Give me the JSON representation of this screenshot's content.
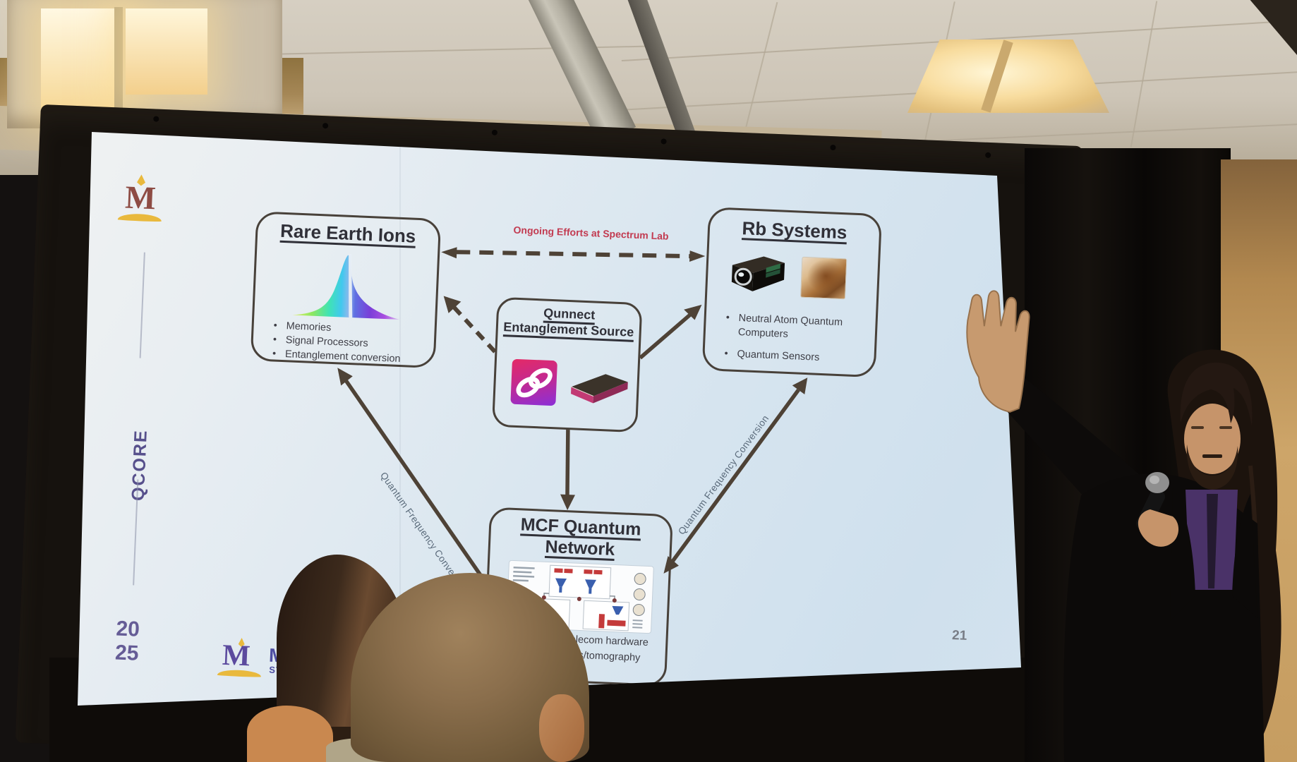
{
  "slide": {
    "corner_logo": "M",
    "program_label": "QCORE",
    "year_top": "20",
    "year_bottom": "25",
    "footer_logo_m": "M",
    "footer_logo_text_1": "MO",
    "footer_logo_text_2": "STAT",
    "page_number": "21",
    "center_note": "Ongoing Efforts at Spectrum Lab",
    "qfc_label_left": "Quantum Frequency Conversion",
    "qfc_label_right": "Quantum Frequency Conversion",
    "boxes": {
      "rare_earth": {
        "title": "Rare Earth Ions",
        "bullets": [
          "Memories",
          "Signal Processors",
          "Entanglement conversion"
        ]
      },
      "rb_systems": {
        "title": "Rb Systems",
        "bullets": [
          "Neutral Atom Quantum Computers",
          "Quantum Sensors"
        ]
      },
      "qunnect": {
        "title_line1": "Qunnect",
        "title_line2": "Entanglement Source"
      },
      "mcf": {
        "title_line1": "MCF Quantum",
        "title_line2": "Network",
        "bullet_fragment1": "al Telecom hardware",
        "bullet_fragment2": "alysis/tomography"
      }
    }
  },
  "colors": {
    "accent_red": "#c23a50",
    "arrow_brown": "#4e4236",
    "qcore_purple": "#57508c",
    "qunnect_pink": "#e42a66",
    "qunnect_purple": "#8b2fd8"
  }
}
